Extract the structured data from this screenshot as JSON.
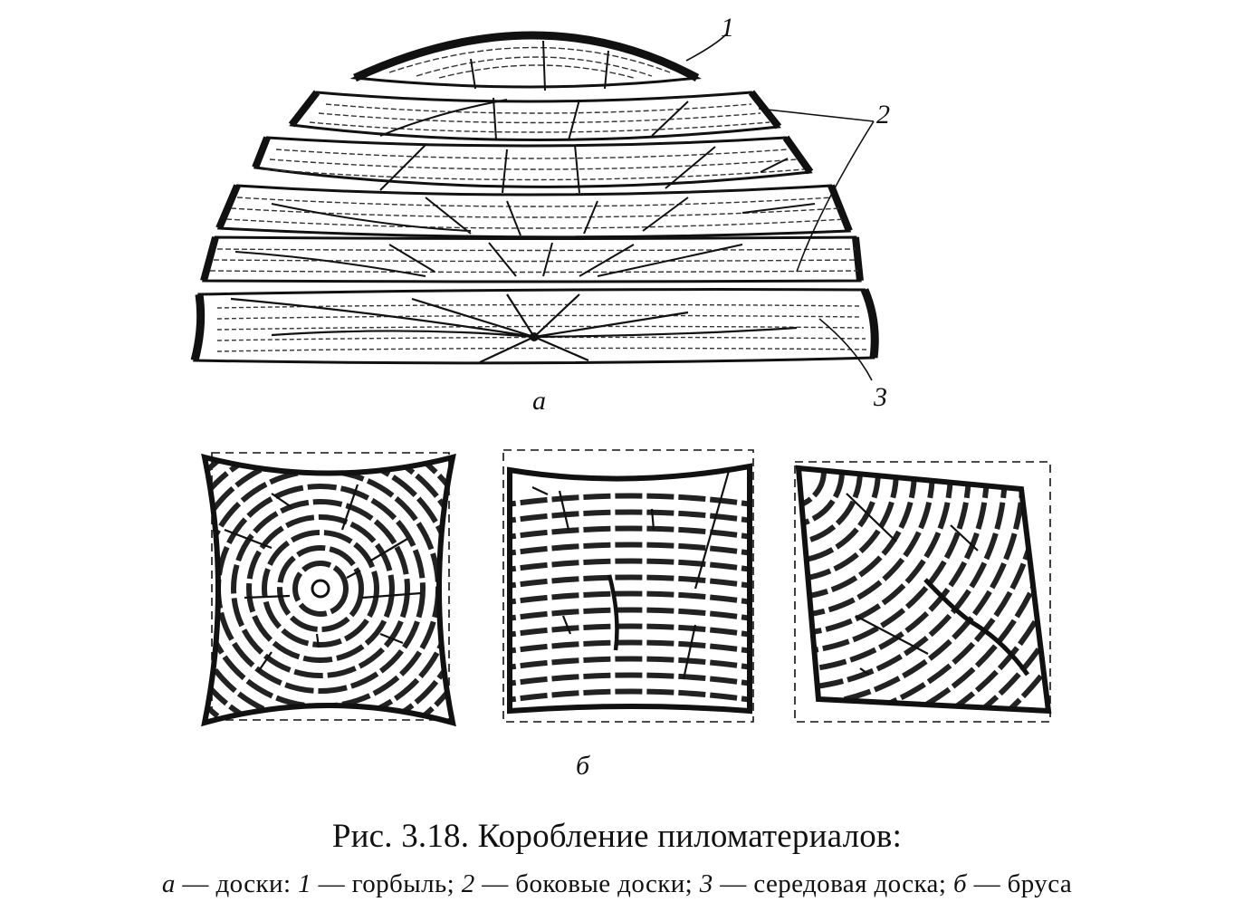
{
  "labels": {
    "callout_1": "1",
    "callout_2": "2",
    "callout_3": "3",
    "panel_a": "а",
    "panel_b": "б"
  },
  "caption": {
    "title": "Рис. 3.18. Коробление пиломатериалов:",
    "legend": {
      "a_key": "а",
      "dash": " — ",
      "a_text": "доски: ",
      "k1": "1",
      "t1": " — горбыль; ",
      "k2": "2",
      "t2": " — боковые доски; ",
      "k3": "3",
      "t3": " — середовая доска; ",
      "b_key": "б",
      "b_text": " — бруса"
    }
  }
}
